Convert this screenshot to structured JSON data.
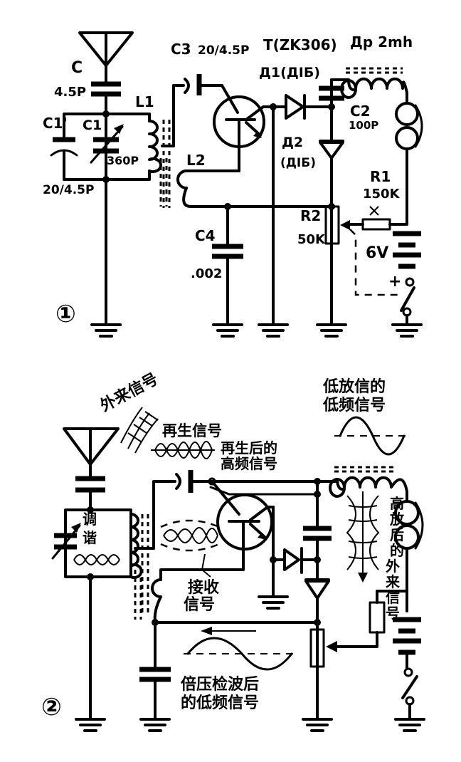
{
  "figure1": {
    "number": "①",
    "antenna_cap_name": "C",
    "antenna_cap_value": "4.5P",
    "trimmer_name": "C1'",
    "trimmer_value": "20/4.5P",
    "tuning_cap_name": "C1",
    "tuning_cap_value": "360P",
    "coil1": "L1",
    "coil2": "L2",
    "c3_name": "C3",
    "c3_value": "20/4.5P",
    "transistor": "T(ZK306)",
    "d1": "Д1(ДIБ)",
    "d2_name": "Д2",
    "d2_type": "(ДIБ)",
    "choke": "Др 2mh",
    "c2_name": "C2",
    "c2_value": "100P",
    "r1_name": "R1",
    "r1_value": "150K",
    "r2_name": "R2",
    "r2_value": "50K",
    "c4_name": "C4",
    "c4_value": ".002",
    "battery": "6V",
    "battery_plus": "+"
  },
  "figure2": {
    "number": "②",
    "external_signal": "外来信号",
    "regenerated_signal": "再生信号",
    "regen_hf_line1": "再生后的",
    "regen_hf_line2": "高频信号",
    "tuning_line1": "调",
    "tuning_line2": "谐",
    "received_line1": "接收",
    "received_line2": "信号",
    "lf_amp_line1": "低放信的",
    "lf_amp_line2": "低频信号",
    "hf_amp_chars": [
      "高",
      "放",
      "后",
      "的",
      "外",
      "来",
      "信",
      "号"
    ],
    "doubler_line1": "倍压检波后",
    "doubler_line2": "的低频信号"
  }
}
